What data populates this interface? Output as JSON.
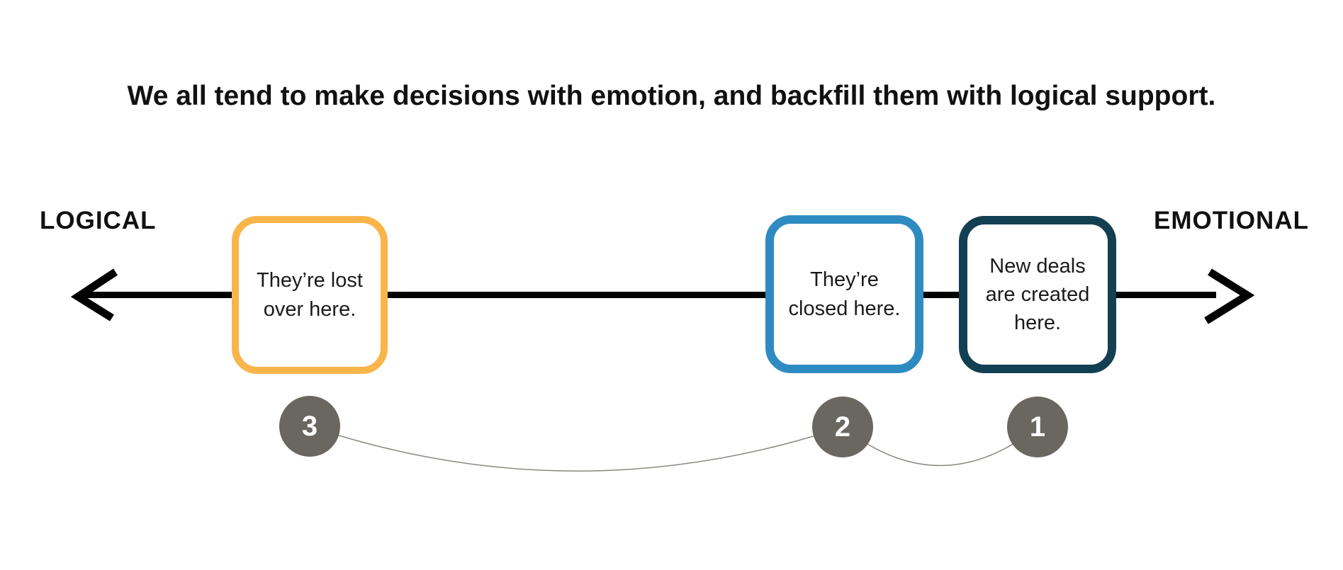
{
  "title": "We all tend to make decisions with emotion, and backfill them with logical support.",
  "spectrum": {
    "left_label": "LOGICAL",
    "right_label": "EMOTIONAL"
  },
  "stages": [
    {
      "number": "1",
      "text": "New deals are created here.",
      "border_color": "#133F52"
    },
    {
      "number": "2",
      "text": "They’re closed here.",
      "border_color": "#2E8BC2"
    },
    {
      "number": "3",
      "text": "They’re lost over here.",
      "border_color": "#F9B44A"
    }
  ],
  "icons": {
    "left_arrowhead": "arrow-left-icon",
    "right_arrowhead": "arrow-right-icon"
  },
  "colors": {
    "arrow": "#000000",
    "connector": "#8B8880",
    "circle_fill": "#6A6760",
    "circle_text": "#FFFFFF",
    "box_text": "#1B1B1B",
    "title_text": "#111111"
  }
}
